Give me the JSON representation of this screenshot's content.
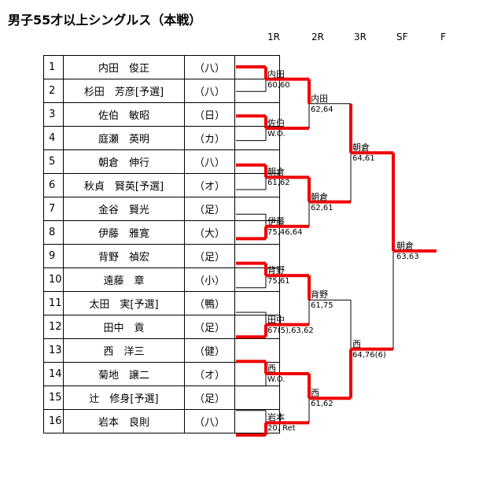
{
  "title": "男子55才以上シングルス（本戦）",
  "rounds": [
    "1R",
    "2R",
    "3R",
    "SF",
    "F"
  ],
  "players": [
    {
      "no": "1",
      "name": "内田　俊正",
      "club": "（八）"
    },
    {
      "no": "2",
      "name": "杉田　芳彦[予選]",
      "club": "（八）"
    },
    {
      "no": "3",
      "name": "佐伯　敏昭",
      "club": "（日）"
    },
    {
      "no": "4",
      "name": "庭瀬　英明",
      "club": "（カ）"
    },
    {
      "no": "5",
      "name": "朝倉　伸行",
      "club": "（八）"
    },
    {
      "no": "6",
      "name": "秋貞　賢英[予選]",
      "club": "（オ）"
    },
    {
      "no": "7",
      "name": "金谷　賢光",
      "club": "（足）"
    },
    {
      "no": "8",
      "name": "伊藤　雅寛",
      "club": "（大）"
    },
    {
      "no": "9",
      "name": "背野　禎宏",
      "club": "（足）"
    },
    {
      "no": "10",
      "name": "遠藤　章",
      "club": "（小）"
    },
    {
      "no": "11",
      "name": "太田　実[予選]",
      "club": "（鴨）"
    },
    {
      "no": "12",
      "name": "田中　貢",
      "club": "（足）"
    },
    {
      "no": "13",
      "name": "西　洋三",
      "club": "（健）"
    },
    {
      "no": "14",
      "name": "菊地　譲二",
      "club": "（オ）"
    },
    {
      "no": "15",
      "name": "辻　修身[予選]",
      "club": "（足）"
    },
    {
      "no": "16",
      "name": "岩本　良則",
      "club": "（八）"
    }
  ],
  "results": {
    "r1": [
      {
        "winner": "内田",
        "score": "60,60"
      },
      {
        "winner": "佐伯",
        "score": "W.O."
      },
      {
        "winner": "朝倉",
        "score": "61,62"
      },
      {
        "winner": "伊藤",
        "score": "75,46,64"
      },
      {
        "winner": "背野",
        "score": "75,61"
      },
      {
        "winner": "田中",
        "score": "67(5),63,62"
      },
      {
        "winner": "西",
        "score": "W.O."
      },
      {
        "winner": "岩本",
        "score": "20, Ret"
      }
    ],
    "r2": [
      {
        "winner": "内田",
        "score": "62,64"
      },
      {
        "winner": "朝倉",
        "score": "62,61"
      },
      {
        "winner": "背野",
        "score": "61,75"
      },
      {
        "winner": "西",
        "score": "61,62"
      }
    ],
    "r3": [
      {
        "winner": "朝倉",
        "score": "64,61"
      },
      {
        "winner": "西",
        "score": "64,76(6)"
      }
    ],
    "sf": [
      {
        "winner": "朝倉",
        "score": "63,63"
      }
    ]
  },
  "colors": {
    "winner_line": "#ee0000",
    "line": "#000000"
  }
}
